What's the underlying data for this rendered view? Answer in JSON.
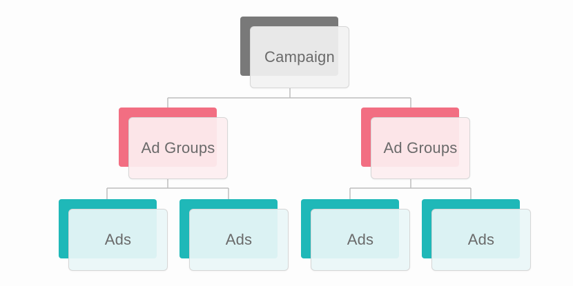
{
  "diagram": {
    "root": {
      "label": "Campaign"
    },
    "ad_groups": [
      {
        "label": "Ad Groups",
        "ads": [
          {
            "label": "Ads"
          },
          {
            "label": "Ads"
          }
        ]
      },
      {
        "label": "Ad Groups",
        "ads": [
          {
            "label": "Ads"
          },
          {
            "label": "Ads"
          }
        ]
      }
    ],
    "colors": {
      "campaign_accent": "#797979",
      "ad_group_accent": "#f26e82",
      "ads_accent": "#1fb8b8",
      "connector": "#bdbdbd",
      "label_text": "#6a6a6a"
    }
  }
}
